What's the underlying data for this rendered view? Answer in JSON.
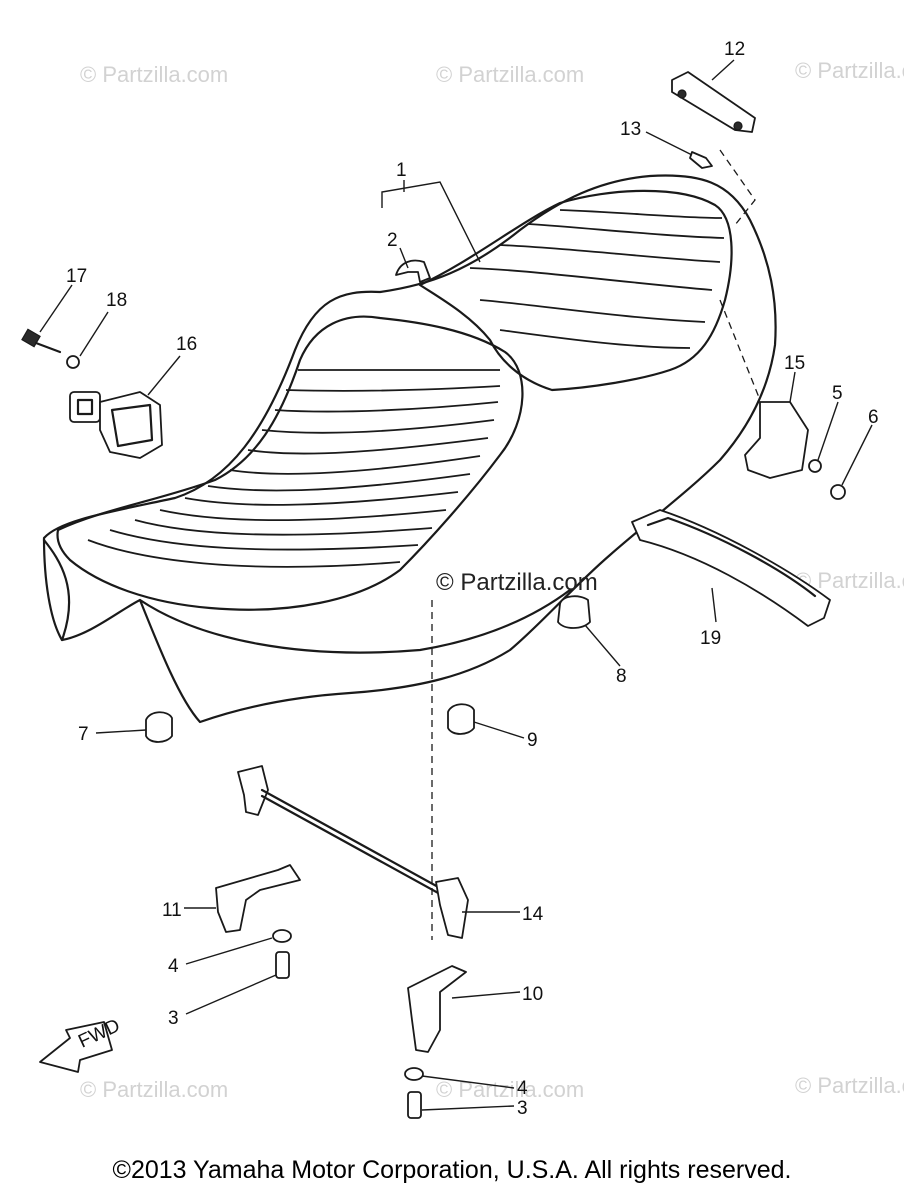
{
  "diagram": {
    "callouts": [
      "1",
      "2",
      "3",
      "4",
      "5",
      "6",
      "7",
      "8",
      "9",
      "10",
      "11",
      "12",
      "13",
      "14",
      "15",
      "16",
      "17",
      "18",
      "19"
    ],
    "callout_labels": {
      "c1": "1",
      "c2": "2",
      "c3a": "3",
      "c3b": "3",
      "c4a": "4",
      "c4b": "4",
      "c5": "5",
      "c6": "6",
      "c7": "7",
      "c8": "8",
      "c9": "9",
      "c10": "10",
      "c11": "11",
      "c12": "12",
      "c13": "13",
      "c14": "14",
      "c15": "15",
      "c16": "16",
      "c17": "17",
      "c18": "18",
      "c19": "19"
    },
    "direction_arrow_label": "FWD"
  },
  "watermarks": {
    "text": "© Partzilla.com",
    "center_text": "© Partzilla.com"
  },
  "footer": {
    "copyright": "©2013 Yamaha Motor Corporation, U.S.A. All rights reserved."
  },
  "colors": {
    "background": "#ffffff",
    "line": "#1a1a1a",
    "watermark": "#d2d2d2"
  }
}
